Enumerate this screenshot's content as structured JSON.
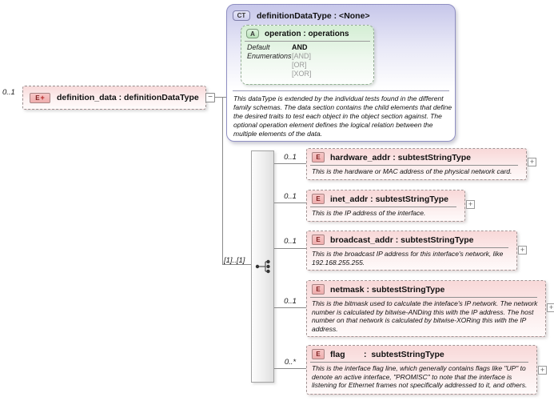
{
  "root": {
    "cardinality": "0..1",
    "badge": "E",
    "badge_plus": "+",
    "title": "definition_data : definitionDataType",
    "collapse": "−"
  },
  "complex_type": {
    "badge": "CT",
    "title": "definitionDataType : <None>",
    "attribute": {
      "badge": "A",
      "title": "operation : operations",
      "default_label": "Default",
      "default_value": "AND",
      "enumerations_label": "Enumerations",
      "enumerations": [
        "[AND]",
        "[OR]",
        "[XOR]"
      ]
    },
    "description": "This dataType is extended by the individual tests found in the different family schemas.  The data section contains the child elements that define the desired traits to test each object in the object section against.  The optional operation element defines the logical relation between the multiple elements of the data."
  },
  "sequence": {
    "label": "[1]..[1]"
  },
  "elements": [
    {
      "cardinality": "0..1",
      "badge": "E",
      "title": "hardware_addr : subtestStringType",
      "description": "This is the hardware or MAC address of the physical network card.",
      "expand": "+"
    },
    {
      "cardinality": "0..1",
      "badge": "E",
      "title": "inet_addr : subtestStringType",
      "description": "This is the IP address of the interface.",
      "expand": "+"
    },
    {
      "cardinality": "0..1",
      "badge": "E",
      "title": "broadcast_addr : subtestStringType",
      "description": "This is the broadcast IP address for this interface's network, like 192.168.255.255.",
      "expand": "+"
    },
    {
      "cardinality": "0..1",
      "badge": "E",
      "title": "netmask : subtestStringType",
      "description": "This is the bitmask used to calculate the inteface's IP network.  The network number is calculated by bitwise-ANDing this with the IP address. The host number on that network is calculated by bitwise-XORing this with the IP address.",
      "expand": "+"
    },
    {
      "cardinality": "0..*",
      "badge": "E",
      "title": "flag        :  subtestStringType",
      "description": "This is the interface flag line, which generally contains flags like \"UP\" to denote an active interface, \"PROMISC\" to note that the interface is listening for Ethernet frames not specifically addressed to it, and others.",
      "expand": "+"
    }
  ]
}
